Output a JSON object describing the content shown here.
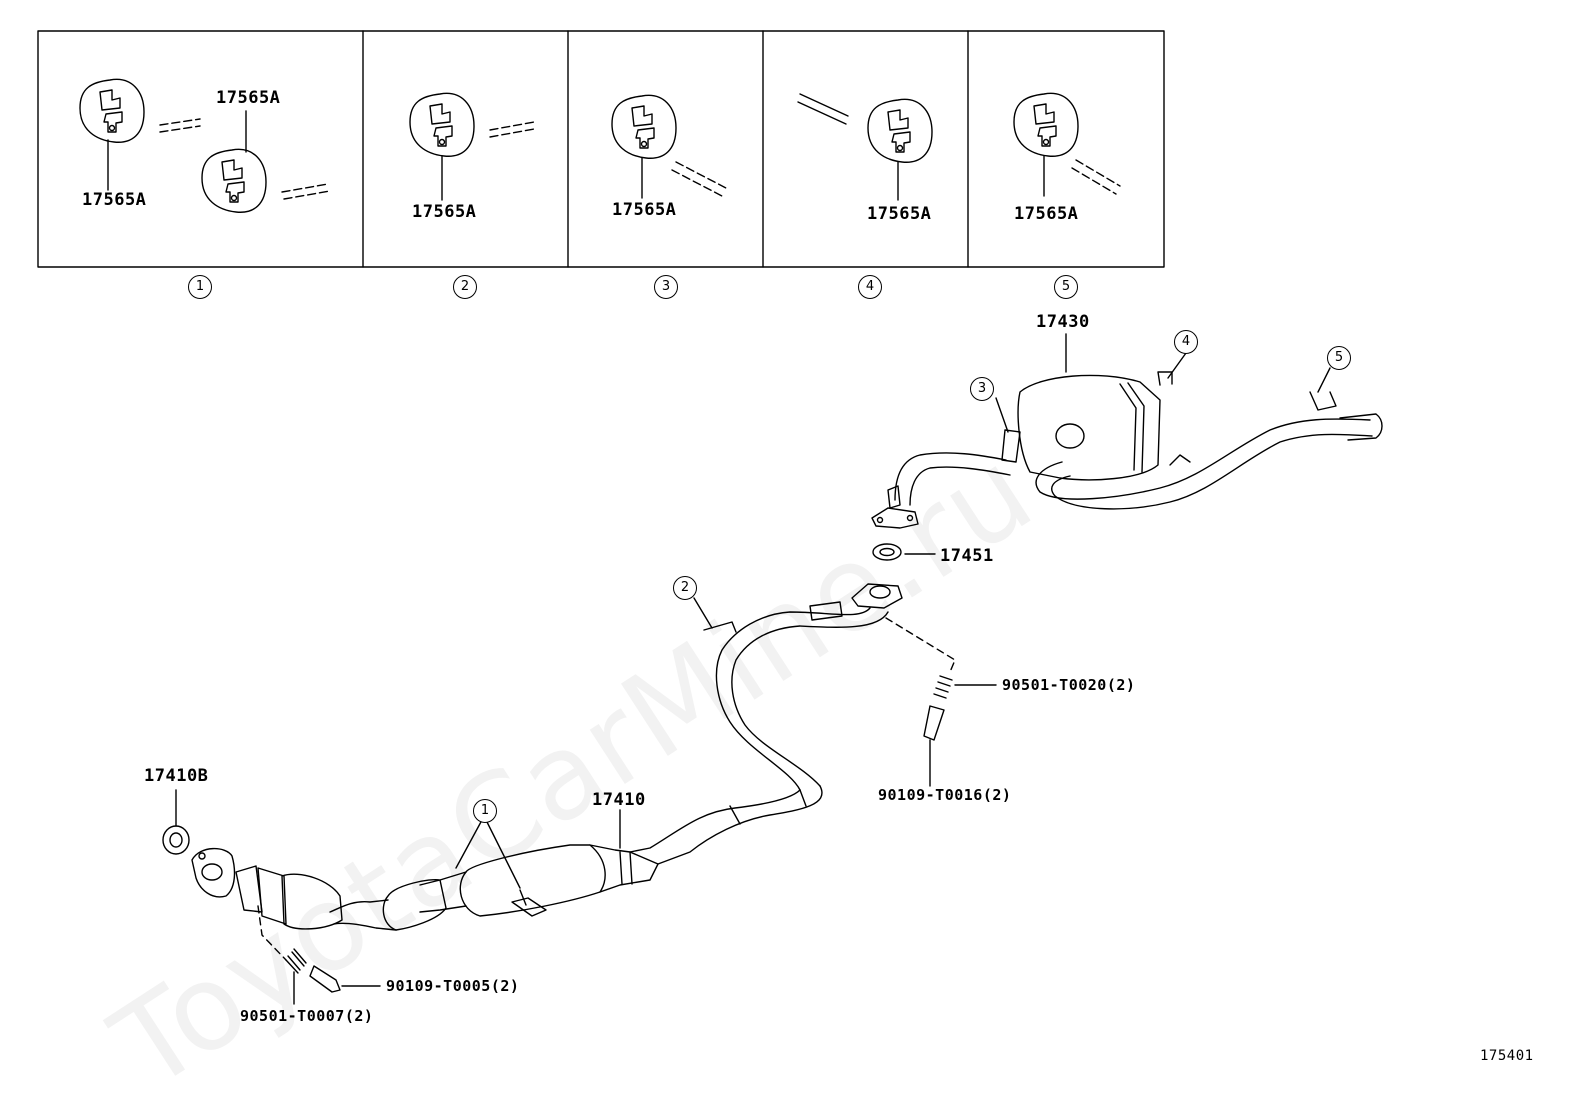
{
  "watermark": "ToyotaCarMine.ru",
  "diagram_code": "175401",
  "panel_numbers": [
    "1",
    "2",
    "3",
    "4",
    "5"
  ],
  "panel_labels": {
    "p1_top": "17565A",
    "p1_bottom": "17565A",
    "p2": "17565A",
    "p3": "17565A",
    "p4": "17565A",
    "p5": "17565A"
  },
  "parts": {
    "tailpipe_muffler": "17430",
    "gasket_mid": "17451",
    "front_pipe": "17410",
    "gasket_front": "17410B",
    "spring_rear": "90501-T0020(2)",
    "bolt_rear": "90109-T0016(2)",
    "bolt_front": "90109-T0005(2)",
    "spring_front": "90501-T0007(2)"
  },
  "callouts": {
    "c1": "1",
    "c2": "2",
    "c3": "3",
    "c4": "4",
    "c5": "5"
  }
}
